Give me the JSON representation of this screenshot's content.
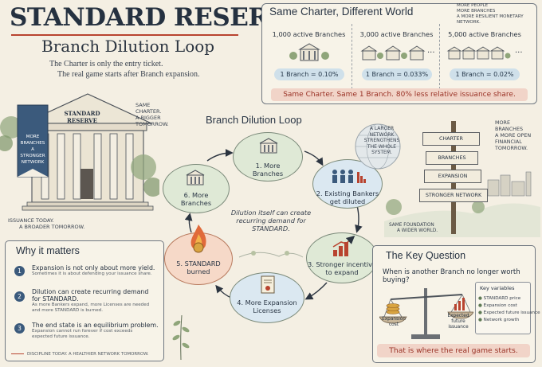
{
  "header": {
    "title": "STANDARD RESERVE",
    "subtitle": "Branch Dilution Loop",
    "intro_line1": "The Charter is only the entry ticket.",
    "intro_line2": "The real game starts after Branch expansion."
  },
  "building": {
    "sign_text": "STANDARD RESERVE",
    "banner_text": "MORE BRANCHES A STRONGER NETWORK",
    "caption_top_line1": "SAME",
    "caption_top_line2": "CHARTER.",
    "caption_top_line3": "A BIGGER",
    "caption_top_line4": "TOMORROW.",
    "caption_bottom_line1": "ISSUANCE TODAY.",
    "caption_bottom_line2": "A BROADER TOMORROW."
  },
  "charter_panel": {
    "title": "Same Charter, Different World",
    "note_line1": "MORE PEOPLE",
    "note_line2": "MORE BRANCHES",
    "note_line3": "A MORE RESILIENT MONETARY NETWORK.",
    "columns": [
      {
        "head": "1,000 active Branches",
        "badge": "1 Branch = 0.10%"
      },
      {
        "head": "3,000 active Branches",
        "badge": "1 Branch = 0.033%"
      },
      {
        "head": "5,000 active Branches",
        "badge": "1 Branch = 0.02%"
      }
    ],
    "ellipsis": "...",
    "banner": "Same Charter. Same 1 Branch. 80% less relative issuance share."
  },
  "loop": {
    "title": "Branch Dilution Loop",
    "nodes": [
      {
        "line1": "1. More",
        "line2": "Branches"
      },
      {
        "line1": "2. Existing Bankers",
        "line2": "get diluted"
      },
      {
        "line1": "3. Stronger incentive",
        "line2": "to expand"
      },
      {
        "line1": "4. More Expansion",
        "line2": "Licenses"
      },
      {
        "line1": "5. STANDARD",
        "line2": "burned"
      },
      {
        "line1": "6. More",
        "line2": "Branches"
      }
    ],
    "center_line1": "Dilution itself can create",
    "center_line2": "recurring demand for",
    "center_line3": "STANDARD.",
    "network_note_line1": "A LARGER",
    "network_note_line2": "NETWORK",
    "network_note_line3": "STRENGTHENS",
    "network_note_line4": "THE WHOLE",
    "network_note_line5": "SYSTEM."
  },
  "why": {
    "title": "Why it matters",
    "items": [
      {
        "num": "1",
        "head": "Expansion is not only about more yield.",
        "sub1": "Sometimes it is about defending your issuance share.",
        "sub2": ""
      },
      {
        "num": "2",
        "head": "Dilution can create recurring demand",
        "head2": "for STANDARD.",
        "sub1": "As more Bankers expand, more Licenses are needed",
        "sub2": "and more STANDARD is burned."
      },
      {
        "num": "3",
        "head": "The end state is an equilibrium problem.",
        "sub1": "Expansion cannot run forever if cost exceeds",
        "sub2": "expected future issuance."
      }
    ],
    "footer": "DISCIPLINE TODAY. A HEALTHIER NETWORK TOMORROW."
  },
  "signpost": {
    "signs": [
      "CHARTER",
      "BRANCHES",
      "EXPANSION",
      "STRONGER NETWORK"
    ],
    "note_line1": "MORE",
    "note_line2": "BRANCHES",
    "note_line3": "A MORE OPEN",
    "note_line4": "FINANCIAL",
    "note_line5": "TOMORROW.",
    "foot_line1": "SAME FOUNDATION",
    "foot_line2": "A WIDER WORLD."
  },
  "key_question": {
    "title": "The Key Question",
    "question": "When is another Branch no longer worth buying?",
    "left_pan": "Expansion cost",
    "left_pan_line1": "Expansion",
    "left_pan_line2": "cost",
    "right_pan_line1": "Expected future",
    "right_pan_line2": "issuance",
    "variables_title": "Key variables",
    "variables": [
      "STANDARD price",
      "Expansion cost",
      "Expected future issuance",
      "Network growth"
    ],
    "banner": "That is where the real game starts."
  },
  "colors": {
    "background": "#f4efe3",
    "accent_red": "#b8432f",
    "navy": "#253140",
    "banner_red_bg": "#f1d4c8",
    "badge_blue": "#cfe0ea",
    "node_green": "#dfe9d6",
    "node_blue": "#dbe8f1",
    "node_orange": "#f6d9c8"
  }
}
